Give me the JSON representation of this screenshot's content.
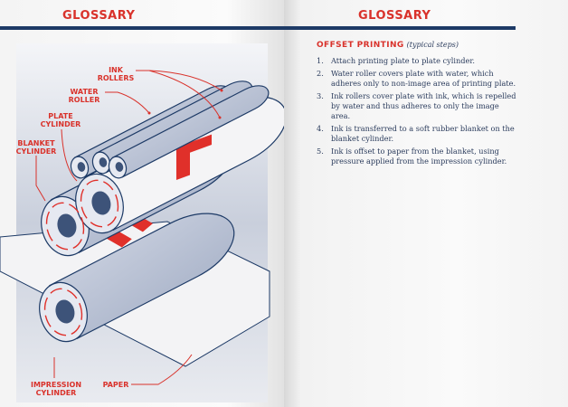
{
  "left_page": {
    "header": "GLOSSARY",
    "labels": {
      "ink_rollers": [
        "INK",
        "ROLLERS"
      ],
      "water_roller": [
        "WATER",
        "ROLLER"
      ],
      "plate_cylinder": [
        "PLATE",
        "CYLINDER"
      ],
      "blanket_cylinder": [
        "BLANKET",
        "CYLINDER"
      ],
      "impression_cylinder": [
        "IMPRESSION",
        "CYLINDER"
      ],
      "paper": "PAPER"
    },
    "image_letter": "F"
  },
  "right_page": {
    "header": "GLOSSARY",
    "section_title": "OFFSET PRINTING",
    "section_subtitle": "(typical steps)",
    "steps": [
      {
        "n": "1.",
        "text": "Attach printing plate to plate cylinder."
      },
      {
        "n": "2.",
        "text": "Water roller covers plate with water, which adheres only to non-image area of printing plate."
      },
      {
        "n": "3.",
        "text": "Ink rollers cover plate with ink, which is repelled by water and thus adheres to only the image area."
      },
      {
        "n": "4.",
        "text": "Ink is transferred to a soft rubber blanket on the blanket cylinder."
      },
      {
        "n": "5.",
        "text": "Ink is offset to paper from the blanket, using pressure applied from the impression cylinder."
      }
    ]
  },
  "colors": {
    "accent": "#d9322b",
    "navy": "#1d3a66"
  }
}
